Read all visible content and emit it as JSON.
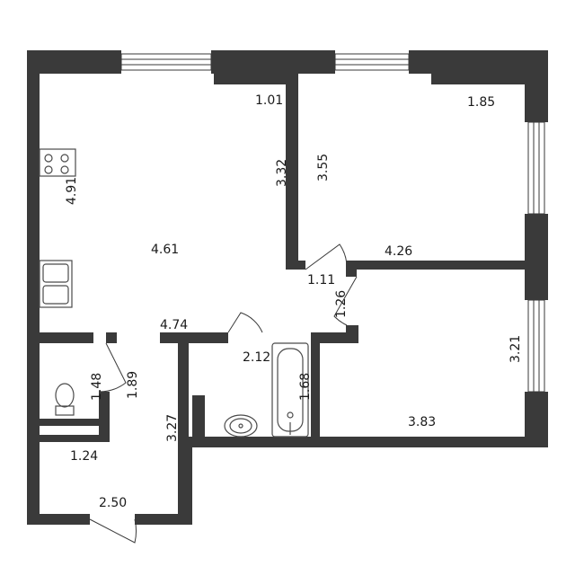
{
  "dimensions": {
    "d101": "1.01",
    "d185": "1.85",
    "d491": "4.91",
    "d332": "3.32",
    "d355": "3.55",
    "d461": "4.61",
    "d426": "4.26",
    "d111": "1.11",
    "d126": "1.26",
    "d474": "4.74",
    "d212": "2.12",
    "d168": "1.68",
    "d321": "3.21",
    "d148": "1.48",
    "d189": "1.89",
    "d327": "3.27",
    "d383": "3.83",
    "d124": "1.24",
    "d250": "2.50"
  },
  "colors": {
    "wall": "#3a3a3a",
    "background": "#ffffff"
  },
  "icons": [
    "stove-icon",
    "sink-icon",
    "toilet-icon",
    "bathtub-icon",
    "washbasin-icon"
  ]
}
